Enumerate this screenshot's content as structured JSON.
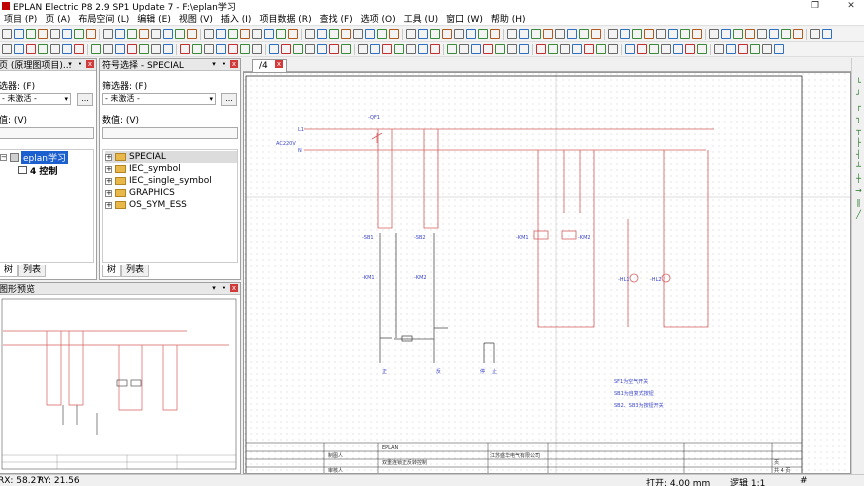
{
  "window": {
    "title": "EPLAN Electric P8 2.9 SP1 Update 7 - F:\\eplan学习",
    "restore_glyph": "❐",
    "close_glyph": "✕"
  },
  "menu": [
    "项目 (P)",
    "页 (A)",
    "布局空间 (L)",
    "编辑 (E)",
    "视图 (V)",
    "插入 (I)",
    "项目数据 (R)",
    "查找 (F)",
    "选项 (O)",
    "工具 (U)",
    "窗口 (W)",
    "帮助 (H)"
  ],
  "page_nav": {
    "header": "页 (原理图项目)...",
    "filter_label": "选器: (F)",
    "filter_value": "- 未激活 -",
    "value_label": "值: (V)",
    "tree": [
      {
        "label": "eplan学习",
        "expander": "−"
      },
      {
        "label": "4 控制"
      }
    ],
    "tabs": [
      "树",
      "列表"
    ]
  },
  "symbol_select": {
    "header": "符号选择 - SPECIAL",
    "filter_label": "筛选器: (F)",
    "filter_value": "- 未激活 -",
    "value_label": "数值: (V)",
    "tree": [
      {
        "label": "SPECIAL",
        "expander": "+"
      },
      {
        "label": "IEC_symbol",
        "expander": "+"
      },
      {
        "label": "IEC_single_symbol",
        "expander": "+"
      },
      {
        "label": "GRAPHICS",
        "expander": "+"
      },
      {
        "label": "OS_SYM_ESS",
        "expander": "+"
      }
    ],
    "tabs": [
      "树",
      "列表"
    ]
  },
  "preview": {
    "header": "图形预览"
  },
  "panel_buttons": {
    "dropdown": "▾",
    "pin": "•",
    "close": "x",
    "more": "..."
  },
  "document": {
    "tab_label": "/4",
    "tab_close": "x",
    "labels": {
      "qf1": "-QF1",
      "l1": "L1",
      "n": "N",
      "ac": "AC220V",
      "s1": "-SB1",
      "s2": "-SB2",
      "s3": "-KM1",
      "s4": "-KM2",
      "c1": "-KM1",
      "c2": "-KM2",
      "h1": "-HL1",
      "h2": "-HL2",
      "zheng": "正",
      "fan": "反",
      "ting": "停",
      "zhi": "止",
      "note1": "SF1为空气开关",
      "note2": "SB1为自复式按钮",
      "note3": "SB2、SB3为按钮开关"
    },
    "titleblock": {
      "company": "江苏盛华电气有限公司",
      "name1": "双重连锁正反转控制",
      "name2": "EPLAN",
      "drawer": "制图人",
      "checker": "审核人",
      "page_label": "页",
      "page_total": "共 4 页"
    }
  },
  "status": {
    "rx": "RX: 58.27",
    "ry": "RY: 21.56",
    "snap": "打开: 4.00 mm",
    "logic": "逻辑 1:1",
    "hash": "#"
  },
  "colors": {
    "wire": "#d65f5f",
    "conductor": "#505050",
    "label": "#3c46c8",
    "frame": "#303030"
  }
}
